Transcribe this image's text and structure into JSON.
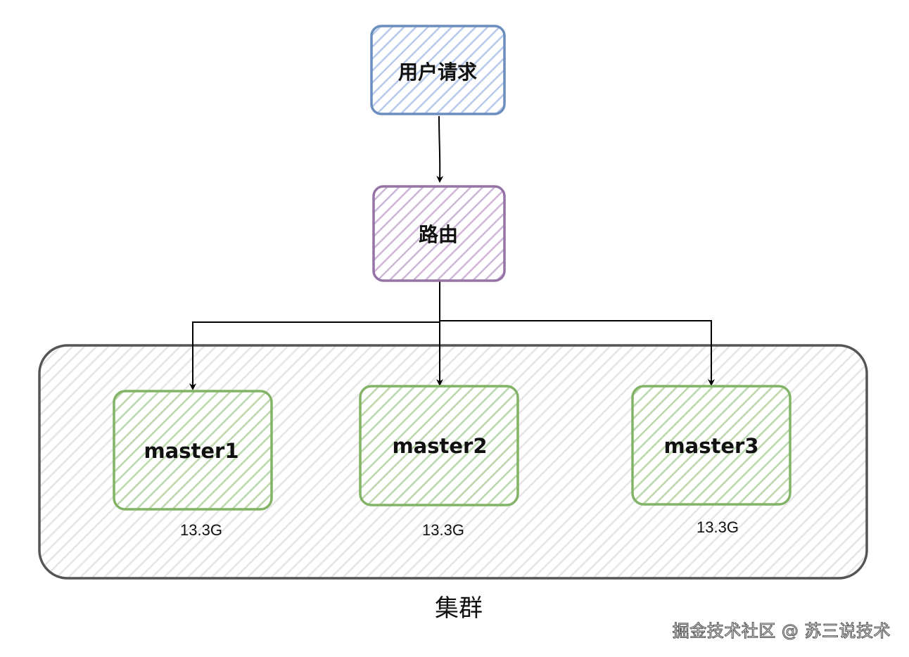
{
  "nodes": {
    "request": {
      "label": "用户请求"
    },
    "router": {
      "label": "路由"
    },
    "masters": [
      {
        "label": "master1",
        "size": "13.3G"
      },
      {
        "label": "master2",
        "size": "13.3G"
      },
      {
        "label": "master3",
        "size": "13.3G"
      }
    ]
  },
  "cluster": {
    "label": "集群"
  },
  "watermark": "掘金技术社区 @ 苏三说技术",
  "colors": {
    "request_stroke": "#6c8ebf",
    "request_hatch": "#b7c9ea",
    "router_stroke": "#9673a6",
    "router_hatch": "#cdb6d6",
    "master_stroke": "#82b366",
    "master_hatch": "#bcd9ad",
    "cluster_stroke": "#555555",
    "cluster_hatch": "#e3e3e3",
    "edge": "#000000"
  }
}
